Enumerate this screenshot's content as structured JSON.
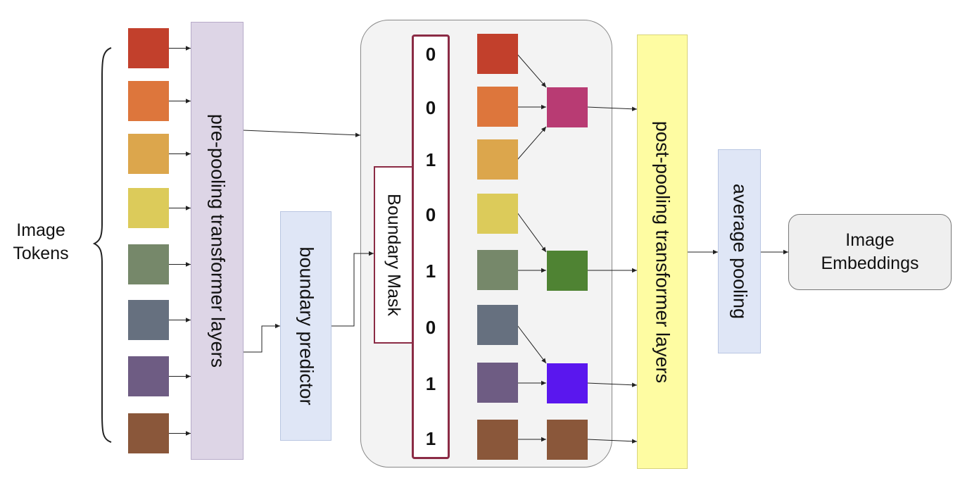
{
  "input_label": [
    "Image",
    "Tokens"
  ],
  "pre_pooling_label": "pre-pooling transformer layers",
  "boundary_predictor_label": "boundary predictor",
  "boundary_mask_label": "Boundary Mask",
  "mask_bits": [
    "0",
    "0",
    "1",
    "0",
    "1",
    "0",
    "1",
    "1"
  ],
  "post_pooling_label": "post-pooling transformer layers",
  "average_pooling_label": "average pooling",
  "output_label": [
    "Image",
    "Embeddings"
  ],
  "token_colors": [
    "#c2402c",
    "#dd763c",
    "#dca64c",
    "#dccb5a",
    "#76886a",
    "#66707f",
    "#6e5c83",
    "#8a573a"
  ],
  "pooled_colors": [
    "#b83b73",
    "#4f8333",
    "#5a17ee",
    "#8a573a"
  ],
  "colors": {
    "pre_pooling_fill": "#ddd5e6",
    "boundary_predictor_fill": "#dfe6f6",
    "container_fill": "#f3f3f3",
    "mask_border": "#8b2b45",
    "post_pooling_fill": "#fefca2",
    "average_pooling_fill": "#dfe6f6",
    "output_fill": "#efefef"
  }
}
